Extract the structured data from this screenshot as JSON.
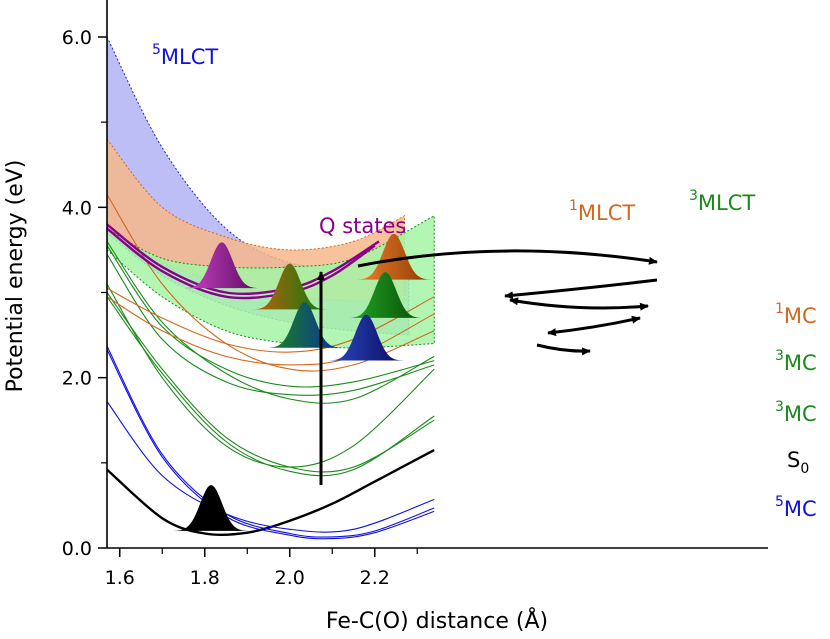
{
  "chart_data": {
    "type": "line",
    "title": "",
    "xlabel": "Fe-C(O) distance (Å)",
    "ylabel": "Potential energy (eV)",
    "xlim": [
      1.57,
      2.34
    ],
    "ylim": [
      0.0,
      6.4
    ],
    "x_ticks": [
      "1.6",
      "1.8",
      "2.0",
      "2.2"
    ],
    "y_ticks": [
      "0.0",
      "2.0",
      "4.0",
      "6.0"
    ],
    "grid": false,
    "colors": {
      "S0": "#000000",
      "5MC": "#1010e0",
      "3MC": "#1a8a1a",
      "1MC": "#d2691e",
      "Q": "#8b008b",
      "5MLCT_band": "#b3b3f5",
      "1MLCT_band": "#f7b98b",
      "3MLCT_band": "#a6f5a6"
    },
    "labels": {
      "mlct5": {
        "sup": "5",
        "text": "MLCT"
      },
      "q_states": {
        "text": "Q states"
      },
      "mlct1": {
        "sup": "1",
        "text": "MLCT"
      },
      "mlct3": {
        "sup": "3",
        "text": "MLCT"
      },
      "mc1": {
        "sup": "1",
        "text": "MC"
      },
      "mc3_upper": {
        "sup": "3",
        "text": "MC"
      },
      "mc3_lower": {
        "sup": "3",
        "text": "MC"
      },
      "s0": {
        "text": "S",
        "sub": "0"
      },
      "mc5": {
        "sup": "5",
        "text": "MC"
      }
    },
    "bands": [
      {
        "name": "5MLCT",
        "x": [
          1.57,
          1.7,
          1.85,
          2.0,
          2.15,
          2.28
        ],
        "lower": [
          3.7,
          3.2,
          2.85,
          2.65,
          2.55,
          2.5
        ],
        "upper": [
          6.0,
          4.7,
          3.75,
          3.35,
          3.3,
          3.3
        ]
      },
      {
        "name": "1MLCT",
        "x": [
          1.57,
          1.7,
          1.85,
          2.0,
          2.15,
          2.27
        ],
        "lower": [
          3.75,
          3.35,
          3.1,
          2.95,
          2.9,
          2.9
        ],
        "upper": [
          4.8,
          4.0,
          3.65,
          3.5,
          3.6,
          3.9
        ]
      },
      {
        "name": "3MLCT",
        "x": [
          1.57,
          1.7,
          1.85,
          2.0,
          2.15,
          2.34
        ],
        "lower": [
          3.5,
          2.95,
          2.55,
          2.4,
          2.35,
          2.4
        ],
        "upper": [
          3.75,
          3.4,
          3.3,
          3.3,
          3.4,
          3.9
        ]
      }
    ],
    "series": [
      {
        "name": "S0",
        "x": [
          1.57,
          1.7,
          1.8,
          1.9,
          2.0,
          2.1,
          2.2,
          2.34
        ],
        "y": [
          0.92,
          0.35,
          0.17,
          0.18,
          0.32,
          0.52,
          0.78,
          1.15
        ]
      },
      {
        "name": "5MC",
        "x": [
          1.57,
          1.7,
          1.85,
          2.0,
          2.1,
          2.2,
          2.34
        ],
        "y": [
          2.37,
          1.1,
          0.4,
          0.17,
          0.13,
          0.2,
          0.47
        ]
      },
      {
        "name": "5MC",
        "x": [
          1.57,
          1.7,
          1.85,
          2.0,
          2.1,
          2.2,
          2.34
        ],
        "y": [
          2.33,
          1.07,
          0.37,
          0.15,
          0.11,
          0.18,
          0.43
        ]
      },
      {
        "name": "5MC",
        "x": [
          1.57,
          1.7,
          1.85,
          2.0,
          2.15,
          2.34
        ],
        "y": [
          1.72,
          0.85,
          0.4,
          0.22,
          0.22,
          0.57
        ]
      },
      {
        "name": "3MC",
        "x": [
          1.57,
          1.7,
          1.85,
          2.0,
          2.15,
          2.34
        ],
        "y": [
          3.0,
          2.1,
          1.3,
          0.95,
          0.95,
          1.5
        ]
      },
      {
        "name": "3MC",
        "x": [
          1.57,
          1.7,
          1.85,
          2.0,
          2.15,
          2.34
        ],
        "y": [
          2.95,
          2.05,
          1.25,
          0.9,
          0.92,
          1.55
        ]
      },
      {
        "name": "3MC",
        "x": [
          1.57,
          1.7,
          1.85,
          2.0,
          2.15,
          2.34
        ],
        "y": [
          3.1,
          2.0,
          1.2,
          0.95,
          1.2,
          2.1
        ]
      },
      {
        "name": "3MC",
        "x": [
          1.57,
          1.7,
          1.85,
          2.0,
          2.15,
          2.34
        ],
        "y": [
          3.6,
          2.65,
          2.05,
          1.75,
          1.75,
          2.25
        ]
      },
      {
        "name": "3MC",
        "x": [
          1.57,
          1.7,
          1.85,
          2.0,
          2.15,
          2.34
        ],
        "y": [
          3.55,
          2.6,
          2.1,
          1.9,
          1.95,
          2.2
        ]
      },
      {
        "name": "3MC",
        "x": [
          1.57,
          1.7,
          1.85,
          2.0,
          2.15,
          2.34
        ],
        "y": [
          3.45,
          2.45,
          1.95,
          1.8,
          1.85,
          2.15
        ]
      },
      {
        "name": "1MC",
        "x": [
          1.57,
          1.7,
          1.85,
          2.0,
          2.15,
          2.34
        ],
        "y": [
          4.15,
          3.1,
          2.4,
          2.1,
          2.15,
          2.55
        ]
      },
      {
        "name": "1MC",
        "x": [
          1.57,
          1.7,
          1.85,
          2.0,
          2.15,
          2.34
        ],
        "y": [
          2.95,
          2.55,
          2.25,
          2.15,
          2.25,
          2.75
        ]
      },
      {
        "name": "1MC",
        "x": [
          1.57,
          1.7,
          1.85,
          2.0,
          2.15,
          2.34
        ],
        "y": [
          3.05,
          2.7,
          2.4,
          2.3,
          2.45,
          2.95
        ]
      },
      {
        "name": "Q",
        "x": [
          1.57,
          1.7,
          1.85,
          2.0,
          2.1,
          2.21
        ],
        "y": [
          3.8,
          3.3,
          3.0,
          3.05,
          3.25,
          3.6
        ]
      },
      {
        "name": "Q",
        "x": [
          1.57,
          1.7,
          1.85,
          2.0,
          2.1,
          2.2
        ],
        "y": [
          3.75,
          3.25,
          2.95,
          3.0,
          3.2,
          3.55
        ]
      }
    ],
    "wavepackets": [
      {
        "state": "S0",
        "x": 1.815,
        "y": 0.2,
        "colors": [
          "#000000",
          "#000000"
        ]
      },
      {
        "state": "Q",
        "x": 1.84,
        "y": 3.05,
        "colors": [
          "#cc44cc",
          "#5a0a5a"
        ]
      },
      {
        "state": "1MLCT",
        "x": 2.245,
        "y": 3.15,
        "colors": [
          "#f08030",
          "#8b3a00"
        ]
      },
      {
        "state": "mixed",
        "x": 2.0,
        "y": 2.8,
        "colors": [
          "#c06010",
          "#0a7a0a"
        ]
      },
      {
        "state": "3MLCT",
        "x": 2.225,
        "y": 2.7,
        "colors": [
          "#22aa22",
          "#0a4a0a"
        ]
      },
      {
        "state": "mixed",
        "x": 2.035,
        "y": 2.35,
        "colors": [
          "#1a8a1a",
          "#0a2aa0"
        ]
      },
      {
        "state": "5MLCT",
        "x": 2.18,
        "y": 2.2,
        "colors": [
          "#2a4ac0",
          "#0a0a60"
        ]
      }
    ]
  }
}
